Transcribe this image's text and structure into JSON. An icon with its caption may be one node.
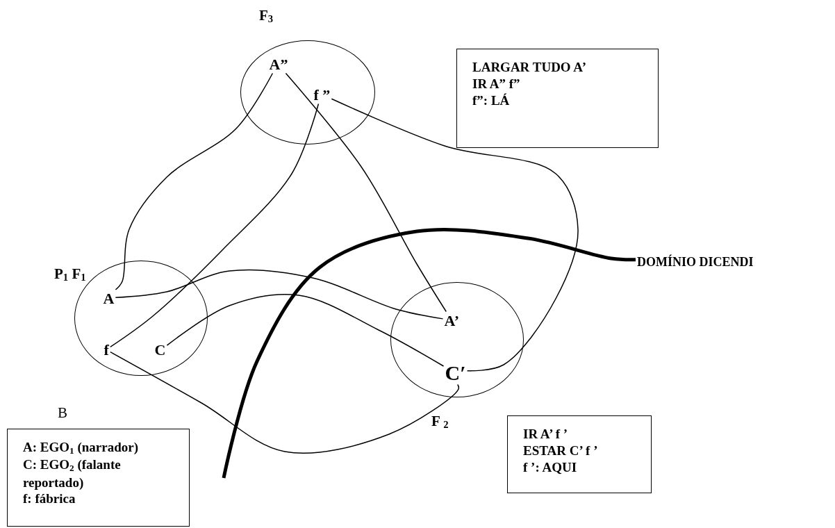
{
  "diagram": {
    "nodes": [
      {
        "text": [],
        "shape": "circle",
        "beside": [
          "F$_{3}$"
        ]
      },
      {
        "text": [
          "A”"
        ],
        "in": 0
      },
      {
        "text": [
          "f ”"
        ],
        "in": 0
      },
      {
        "text": [
          "LARGAR TUDO A’",
          "IR A” f”",
          "f”: LÁ"
        ]
      },
      {
        "text": [],
        "shape": "circle",
        "beside": [
          "P$_{1}$ F$_{1}$"
        ]
      },
      {
        "text": [
          "A"
        ],
        "in": 4
      },
      {
        "text": [
          "f"
        ],
        "in": 4
      },
      {
        "text": [
          "C"
        ],
        "in": 4
      },
      {
        "text": [],
        "shape": "circle",
        "beside": [
          "F $_{2}$"
        ]
      },
      {
        "text": [
          "A’"
        ],
        "in": 8
      },
      {
        "text": [
          "C′"
        ],
        "in": 8
      },
      {
        "text": [
          "DOMÍNIO DICENDI"
        ]
      },
      {
        "text": [
          "A: EGO$_{1}$ (narrador)",
          "C: EGO$_{2}$ (falante reportado)",
          "f: fábrica"
        ]
      },
      {
        "text": [
          "IR A’ f ’",
          "ESTAR C’ f ’",
          "f ’: AQUI"
        ]
      }
    ],
    "edges": [
      {
        "from": 1,
        "to": 5,
        "arrow": "none"
      },
      {
        "from": 5,
        "to": 9,
        "arrow": "none"
      },
      {
        "from": 2,
        "to": 6,
        "arrow": "none"
      },
      {
        "from": 1,
        "to": 9,
        "arrow": "none"
      },
      {
        "from": 2,
        "to": 10,
        "arrow": "none"
      },
      {
        "from": 7,
        "to": 10,
        "arrow": "none"
      },
      {
        "from": 6,
        "to": 10,
        "arrow": "none"
      },
      {
        "from": null,
        "to": 11,
        "arrow": "none",
        "style": "thick"
      }
    ],
    "labels": [
      "B"
    ]
  }
}
